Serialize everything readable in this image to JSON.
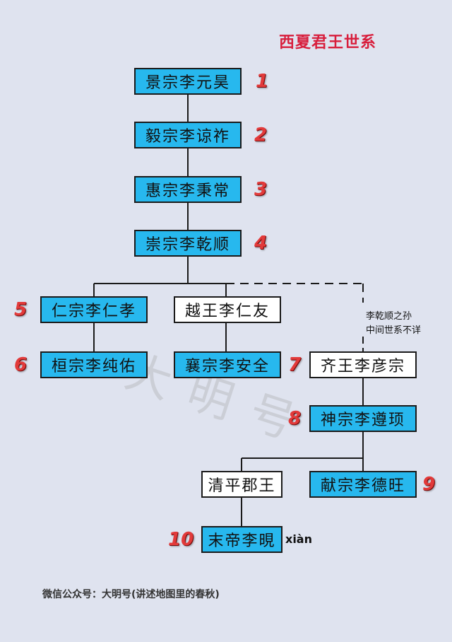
{
  "title": "西夏君王世系",
  "watermark": "大明号",
  "nodes": {
    "jingzong": "景宗李元昊",
    "yizong": "毅宗李谅祚",
    "huizong": "惠宗李秉常",
    "chongzong": "崇宗李乾顺",
    "renzong": "仁宗李仁孝",
    "yuewang": "越王李仁友",
    "huanzong": "桓宗李纯佑",
    "xiangzong": "襄宗李安全",
    "qiwang": "齐王李彦宗",
    "shenzong": "神宗李遵顼",
    "qingping": "清平郡王",
    "xianzong": "献宗李德旺",
    "modi": "末帝李晛"
  },
  "numbers": [
    "1",
    "2",
    "3",
    "4",
    "5",
    "6",
    "7",
    "8",
    "9",
    "10"
  ],
  "note": {
    "line1": "李乾顺之孙",
    "line2": "中间世系不详"
  },
  "pinyin": "xiàn",
  "footer": "微信公众号：大明号(讲述地图里的春秋)",
  "colors": {
    "emperor_fill": "#27b8ee",
    "other_fill": "#ffffff",
    "title": "#d81e3c",
    "number": "#e23a3a",
    "background": "#dfe3ef"
  }
}
